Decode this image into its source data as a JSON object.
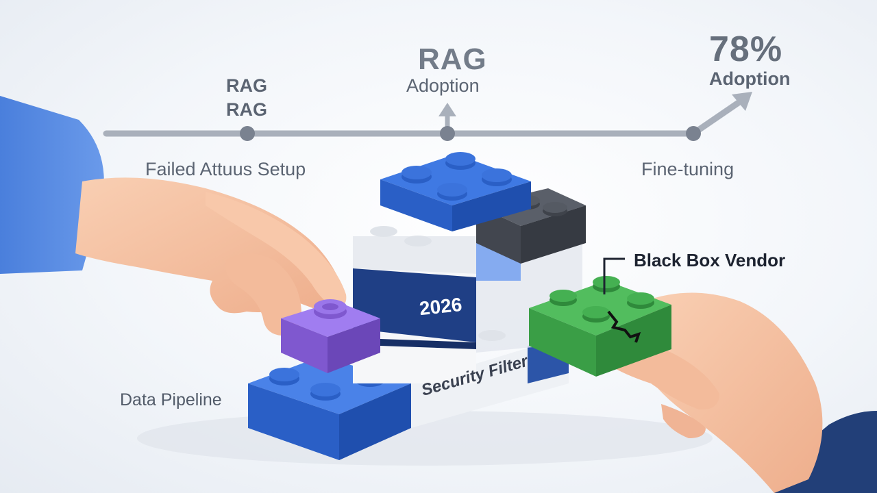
{
  "timeline": {
    "milestone_1_line_1": "RAG",
    "milestone_1_line_2": "RAG",
    "milestone_1_caption": "Failed Attuus Setup",
    "milestone_2_title": "RAG",
    "milestone_2_subtitle": "Adoption",
    "milestone_3_caption": "Fine-tuning",
    "milestone_4_value": "78%",
    "milestone_4_label": "Adoption"
  },
  "bricks": {
    "center_block_label": "2026",
    "base_label": "Security Filter",
    "green_callout": "Black Box Vendor",
    "blue_base_caption": "Data Pipeline"
  },
  "colors": {
    "timeline": "#a9b0bb",
    "blue_brick": "#2f6ad6",
    "navy_brick": "#1d3b7a",
    "purple_brick": "#8a63d6",
    "green_brick": "#3fa64e",
    "dark_brick": "#4b4f58",
    "white_brick": "#f4f6f9",
    "skin": "#f6c4a4",
    "sleeve_left": "#5b8ee6",
    "sleeve_right": "#223f78"
  }
}
